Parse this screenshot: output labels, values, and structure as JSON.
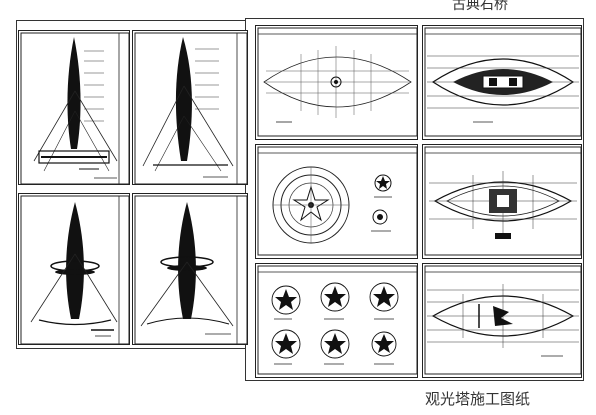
{
  "captions": {
    "top": "古典石桥",
    "bottom": "观光塔施工图纸"
  },
  "sheets": [
    {
      "id": "tower-elevation-1",
      "icon": "tower-elevation-drawing"
    },
    {
      "id": "tower-elevation-2",
      "icon": "tower-elevation-drawing"
    },
    {
      "id": "tower-elevation-3",
      "icon": "tower-elevation-drawing"
    },
    {
      "id": "tower-elevation-4",
      "icon": "tower-elevation-drawing"
    },
    {
      "id": "plan-1",
      "icon": "lens-plan-drawing"
    },
    {
      "id": "plan-2",
      "icon": "lens-plan-drawing"
    },
    {
      "id": "section-1",
      "icon": "circular-section-drawing"
    },
    {
      "id": "plan-3",
      "icon": "lens-plan-drawing"
    },
    {
      "id": "details",
      "icon": "star-details-drawing"
    },
    {
      "id": "plan-4",
      "icon": "lens-plan-drawing"
    }
  ]
}
